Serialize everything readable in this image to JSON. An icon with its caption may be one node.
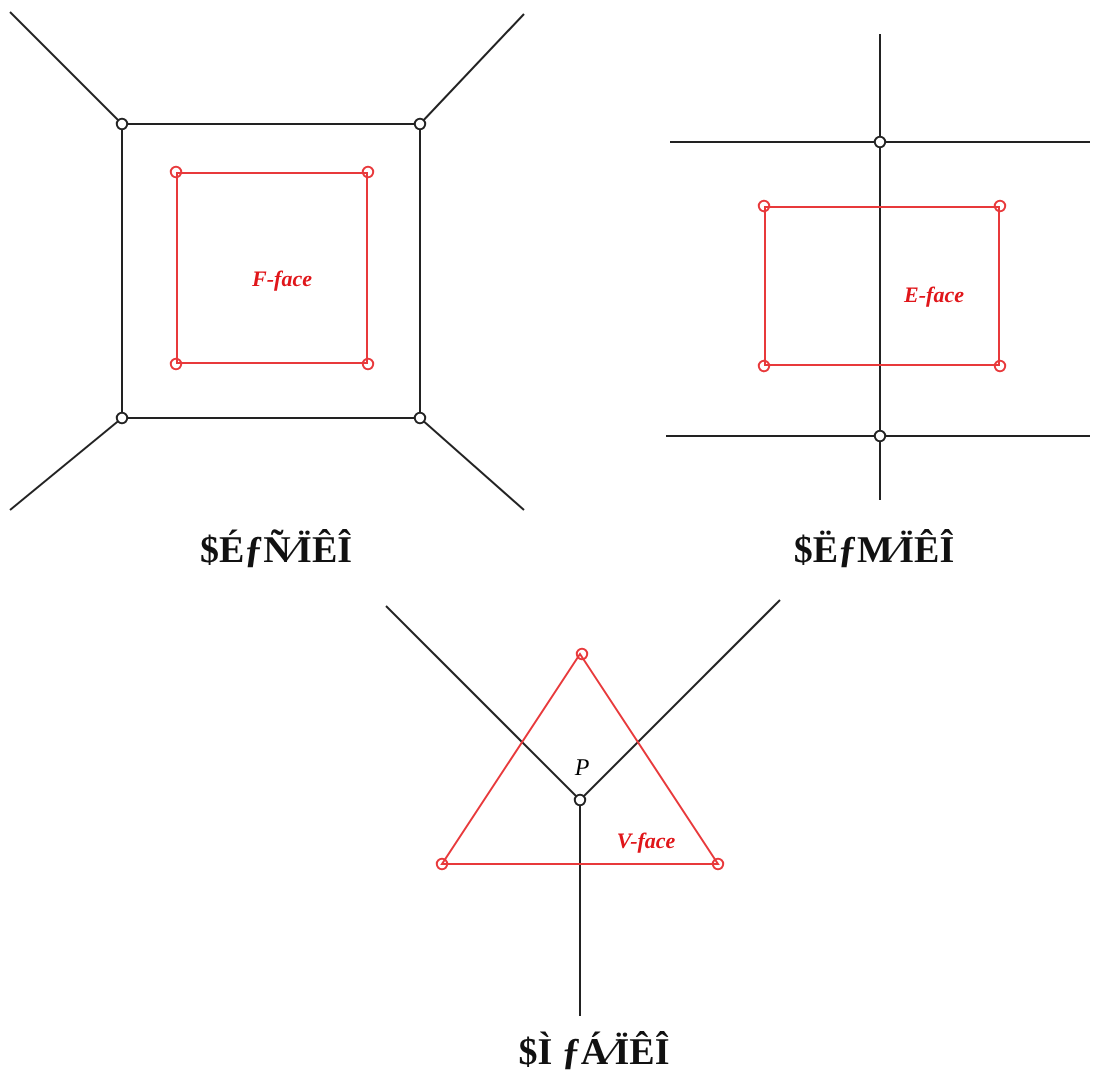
{
  "diagram": {
    "nodes": [
      {
        "text": [
          "F-face"
        ]
      },
      {
        "text": [
          "E-face"
        ]
      },
      {
        "text": [
          "V-face"
        ]
      }
    ],
    "labels": [
      "$ÉƒÑ⁄ÏÊÎ",
      "$ËƒM⁄ÏÊÎ",
      "P",
      "$Ì ƒÁ⁄ÏÊÎ"
    ]
  }
}
